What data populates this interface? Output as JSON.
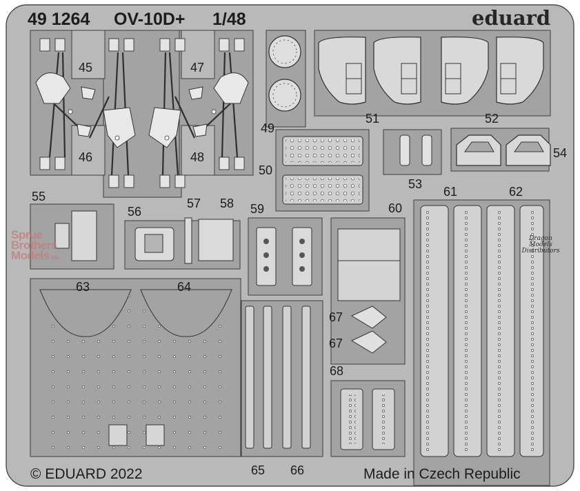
{
  "header": {
    "code": "49 1264",
    "model": "OV-10D+",
    "scale": "1/48",
    "brand": "eduard"
  },
  "parts": {
    "p45": "45",
    "p46": "46",
    "p47": "47",
    "p48": "48",
    "p49": "49",
    "p50": "50",
    "p51": "51",
    "p52": "52",
    "p53": "53",
    "p54": "54",
    "p55": "55",
    "p56": "56",
    "p57": "57",
    "p58": "58",
    "p59": "59",
    "p60": "60",
    "p61": "61",
    "p62": "62",
    "p63": "63",
    "p64": "64",
    "p65": "65",
    "p66": "66",
    "p67a": "67",
    "p67b": "67",
    "p68": "68"
  },
  "footer": {
    "copyright": "© EDUARD 2022",
    "origin": "Made in Czech Republic"
  },
  "watermarks": {
    "sbm": [
      "Sprue",
      "Brothers",
      "Models",
      "inc"
    ],
    "dmd": [
      "Dragon",
      "Models",
      "Distributors"
    ]
  },
  "colors": {
    "fret": "#b9b9b9",
    "fret_dark": "#9c9c9c",
    "part_fill": "#a9a9a9",
    "etch_line": "#3c3c3c",
    "background": "#ffffff"
  }
}
